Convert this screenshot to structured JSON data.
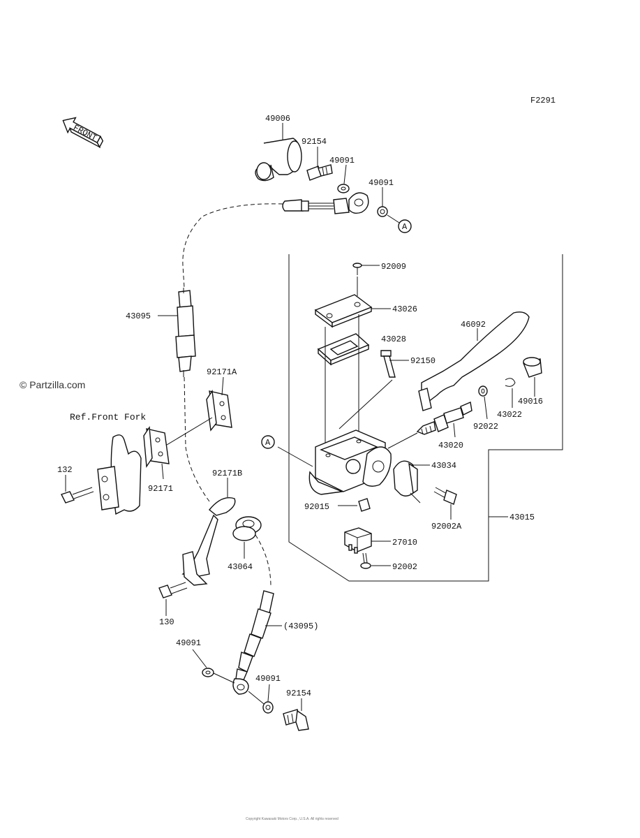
{
  "figure_id": "F2291",
  "watermark": "© Partzilla.com",
  "front_label": "FRONT",
  "ref_front_fork": "Ref.Front Fork",
  "callout_a": "A",
  "part_labels": {
    "p49006": "49006",
    "p92154_top": "92154",
    "p49091_a": "49091",
    "p49091_b": "49091",
    "p43095": "43095",
    "p92171a": "92171A",
    "p92171": "92171",
    "p132": "132",
    "p92171b": "92171B",
    "p43064": "43064",
    "p130": "130",
    "p43095_paren": "(43095)",
    "p49091_c": "49091",
    "p49091_d": "49091",
    "p92154_bottom": "92154",
    "p92009": "92009",
    "p43026": "43026",
    "p43028": "43028",
    "p92150": "92150",
    "p46092": "46092",
    "p49016": "49016",
    "p43022": "43022",
    "p92022": "92022",
    "p43020": "43020",
    "p43034": "43034",
    "p92015": "92015",
    "p92002a": "92002A",
    "p43015": "43015",
    "p27010": "27010",
    "p92002": "92002"
  },
  "footer_text": "Copyright Kawasaki Motors Corp., U.S.A. All rights reserved"
}
